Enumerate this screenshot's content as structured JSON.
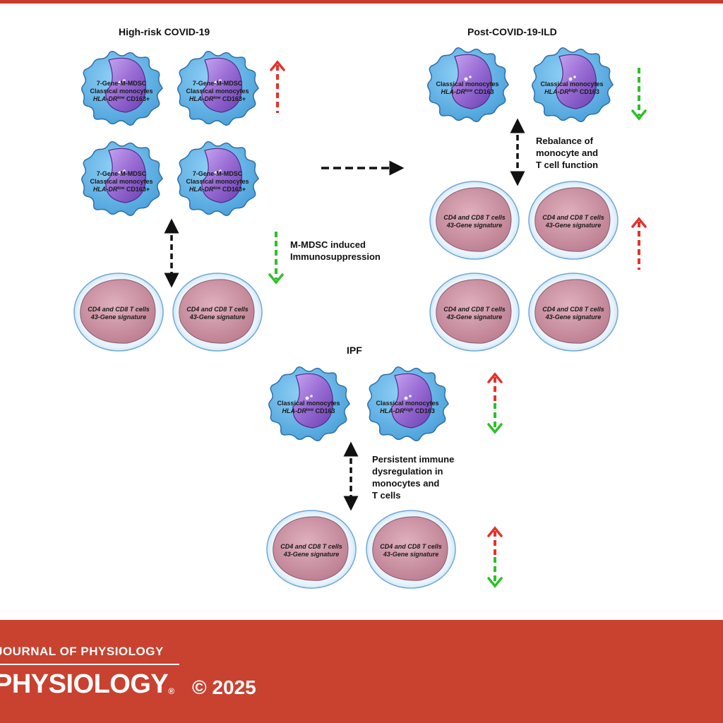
{
  "panels": {
    "high_risk": {
      "title": "High-risk COVID-19",
      "monocytes": [
        {
          "line1": "7-Gene-M-MDSC",
          "line2": "Classical monocytes",
          "marker": "HLA-DRlow CD163+"
        },
        {
          "line1": "7-Gene-M-MDSC",
          "line2": "Classical monocytes",
          "marker": "HLA-DRlow CD163+"
        },
        {
          "line1": "7-Gene-M-MDSC",
          "line2": "Classical monocytes",
          "marker": "HLA-DRlow CD163+"
        },
        {
          "line1": "7-Gene-M-MDSC",
          "line2": "Classical monocytes",
          "marker": "HLA-DRlow CD163+"
        }
      ],
      "tcells": [
        {
          "line1": "CD4 and CD8 T cells",
          "line2": "43-Gene signature"
        },
        {
          "line1": "CD4 and CD8 T cells",
          "line2": "43-Gene signature"
        }
      ],
      "note": [
        "M-MDSC induced",
        "Immunosuppression"
      ]
    },
    "post_covid": {
      "title": "Post-COVID-19-ILD",
      "monocytes": [
        {
          "line1": "Classical monocytes",
          "marker": "HLA-DRlow CD163"
        },
        {
          "line1": "Classical monocytes",
          "marker": "HLA-DRhigh CD163"
        }
      ],
      "tcells": [
        {
          "line1": "CD4 and CD8 T cells",
          "line2": "43-Gene signature"
        },
        {
          "line1": "CD4 and CD8 T cells",
          "line2": "43-Gene signature"
        },
        {
          "line1": "CD4 and CD8 T cells",
          "line2": "43-Gene signature"
        },
        {
          "line1": "CD4 and CD8 T cells",
          "line2": "43-Gene signature"
        }
      ],
      "note": [
        "Rebalance of",
        "monocyte and",
        "T cell function"
      ]
    },
    "ipf": {
      "title": "IPF",
      "monocytes": [
        {
          "line1": "Classical monocytes",
          "marker": "HLA-DRlow CD163"
        },
        {
          "line1": "Classical monocytes",
          "marker": "HLA-DRhigh CD163"
        }
      ],
      "tcells": [
        {
          "line1": "CD4 and CD8 T cells",
          "line2": "43-Gene signature"
        },
        {
          "line1": "CD4 and CD8 T cells",
          "line2": "43-Gene signature"
        }
      ],
      "note": [
        "Persistent immune",
        "dysregulation in",
        "monocytes and",
        "T cells"
      ]
    }
  },
  "colors": {
    "monocyte_body": "#5cb3e6",
    "monocyte_edge": "#2f6fa8",
    "nucleus": "#9b6fd6",
    "tcell_ring": "#c9e3f5",
    "tcell_body": "#c98ea0",
    "up_arrow": "#e5322d",
    "down_arrow": "#2fbf2a",
    "connector": "#111111",
    "footer_bg": "#c9412f"
  },
  "footer": {
    "journal": "JOURNAL OF PHYSIOLOGY",
    "brand": "PHYSIOLOGY",
    "brand_mark": "®",
    "copyright": "© 2025"
  }
}
